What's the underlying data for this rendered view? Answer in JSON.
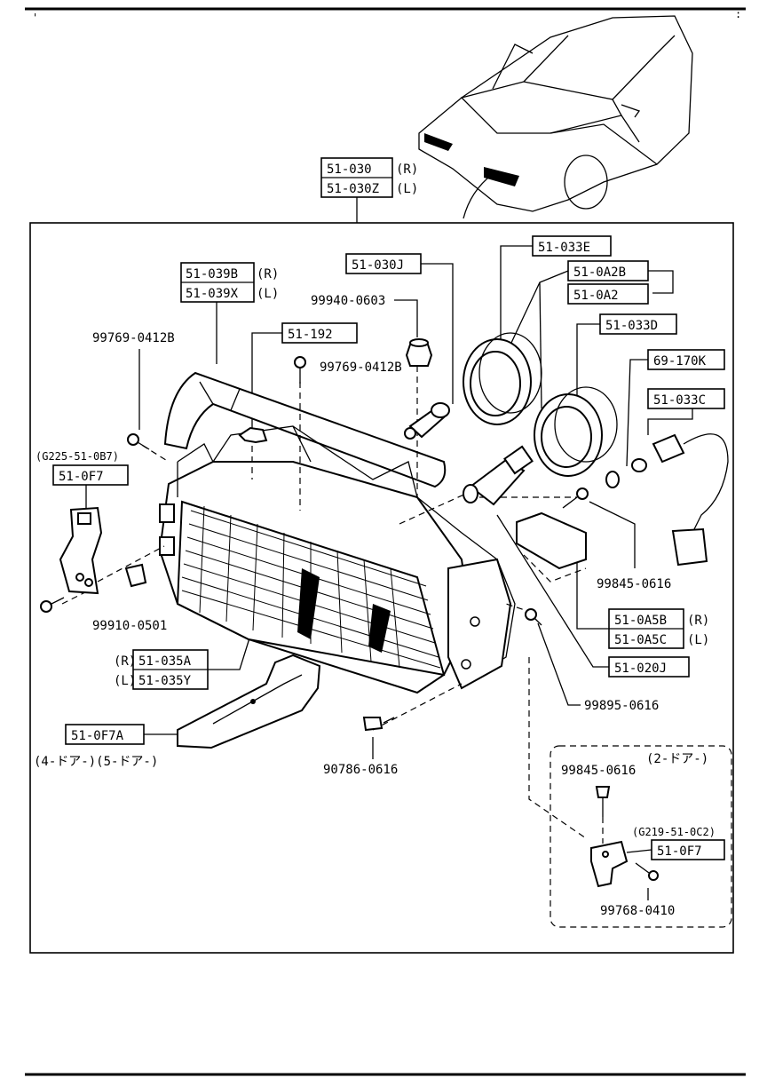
{
  "labels": {
    "headlamp_asm_r": "51-030",
    "headlamp_asm_l": "51-030Z",
    "side_r": "(R)",
    "side_l": "(L)",
    "lens_r": "51-039B",
    "lens_l": "51-039X",
    "bulb": "51-030J",
    "part_51_192": "51-192",
    "nut_99940": "99940-0603",
    "screw_99769_a": "99769-0412B",
    "screw_99769_b": "99769-0412B",
    "ring_51_033E": "51-033E",
    "socket_51_0A2B": "51-0A2B",
    "socket_51_0A2": "51-0A2",
    "ring_51_033D": "51-033D",
    "bulb_69_170K": "69-170K",
    "harness_51_033C": "51-033C",
    "bracket_code_a": "(G225-51-0B7)",
    "bracket_51_0F7_a": "51-0F7",
    "nut_99910": "99910-0501",
    "screw_99845_a": "99845-0616",
    "bracket_51_0A5B": "51-0A5B",
    "bracket_51_0A5C": "51-0A5C",
    "lens_51_035A": "51-035A",
    "lens_51_035Y": "51-035Y",
    "bulb_51_020J": "51-020J",
    "screw_99895": "99895-0616",
    "bracket_51_0F7A": "51-0F7A",
    "door_4_5": "(4-ドア-)(5-ドア-)",
    "bolt_90786": "90786-0616",
    "door_2": "(2-ドア-)",
    "screw_99845_b": "99845-0616",
    "bracket_code_b": "(G219-51-0C2)",
    "bracket_51_0F7_b": "51-0F7",
    "screw_99768": "99768-0410"
  }
}
